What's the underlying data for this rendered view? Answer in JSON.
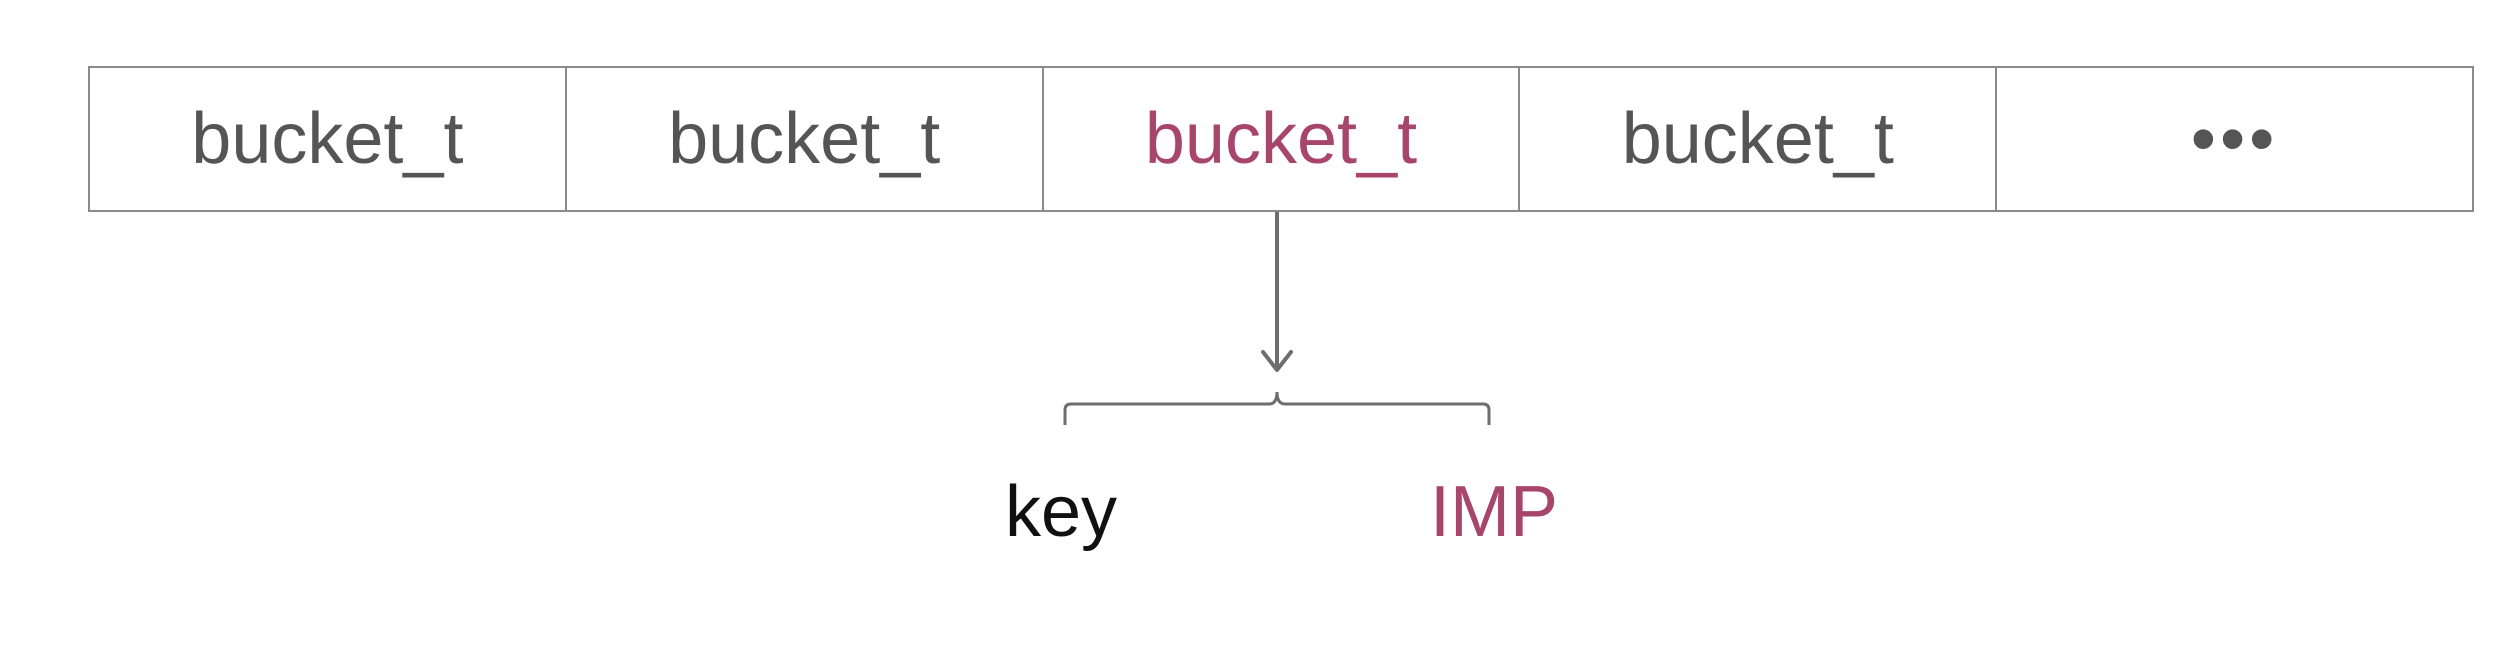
{
  "buckets": [
    {
      "label": "bucket_t"
    },
    {
      "label": "bucket_t"
    },
    {
      "label": "bucket_t",
      "highlighted": true
    },
    {
      "label": "bucket_t"
    },
    {
      "label": "•••"
    }
  ],
  "fields": {
    "key": "key",
    "imp": "IMP"
  },
  "colors": {
    "highlight": "#a8456b",
    "text": "#555555",
    "border": "#8a8a8a"
  }
}
